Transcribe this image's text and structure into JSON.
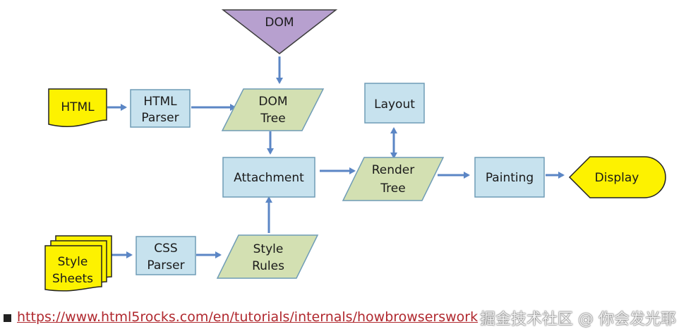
{
  "diagram": {
    "nodes": {
      "dom": "DOM",
      "html": "HTML",
      "html_parser": [
        "HTML",
        "Parser"
      ],
      "dom_tree": [
        "DOM",
        "Tree"
      ],
      "layout": "Layout",
      "attachment": "Attachment",
      "render_tree": [
        "Render",
        "Tree"
      ],
      "painting": "Painting",
      "display": "Display",
      "style_sheets": [
        "Style",
        "Sheets"
      ],
      "css_parser": [
        "CSS",
        "Parser"
      ],
      "style_rules": [
        "Style",
        "Rules"
      ]
    },
    "colors": {
      "process_fill": "#c7e2ee",
      "process_stroke": "#6f9cb6",
      "data_fill": "#d3e0b2",
      "data_stroke": "#6f9cb6",
      "doc_fill": "#fdf200",
      "doc_stroke": "#222222",
      "dom_fill": "#b7a0cf",
      "dom_stroke": "#3d3d3d",
      "arrow": "#5b86c5"
    }
  },
  "footer": {
    "url": "https://www.html5rocks.com/en/tutorials/internals/howbrowserswork",
    "watermark": "掘金技术社区 @ 你会发光耶"
  }
}
